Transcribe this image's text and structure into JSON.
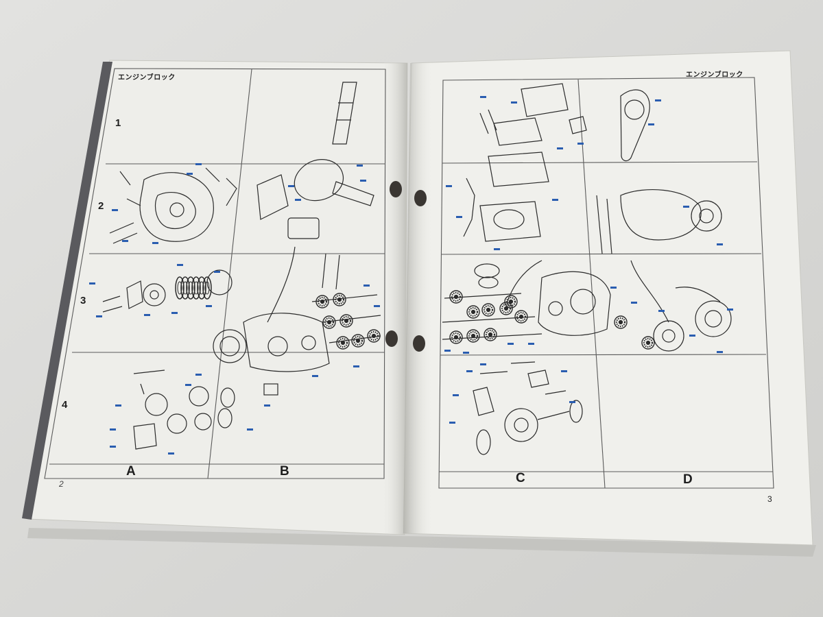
{
  "left_page": {
    "header": "エンジンブロック",
    "page_number": "2",
    "row_labels": [
      "1",
      "2",
      "3",
      "4"
    ],
    "column_labels": [
      "A",
      "B"
    ]
  },
  "right_page": {
    "header": "エンジンブロック",
    "page_number": "3",
    "column_labels": [
      "C",
      "D"
    ]
  },
  "colors": {
    "background": "#d9d9d7",
    "paper_left": "#eeeeea",
    "paper_right": "#f0f0ec",
    "grid_line": "#5a5a5a",
    "callout_blue": "#2a5db0",
    "ink": "#2a2a2a",
    "spine_band": "#5a5a5e"
  },
  "figure": {
    "type": "open-parts-catalogue-booklet",
    "left_grid": "rows 1–4 × columns A–B",
    "right_grid": "rows × columns C–D"
  }
}
